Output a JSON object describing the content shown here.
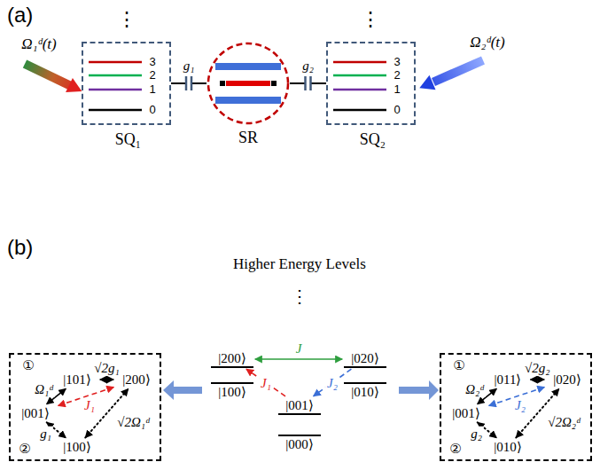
{
  "diagram": {
    "nodes": [
      {
        "text": [
          "SQ₁"
        ]
      },
      {
        "text": [
          "SR"
        ]
      },
      {
        "text": [
          "SQ₂"
        ]
      },
      {
        "text": [
          "①",
          "②"
        ]
      },
      {
        "text": [
          "|101⟩"
        ],
        "in": 3
      },
      {
        "text": [
          "|200⟩"
        ],
        "in": 3
      },
      {
        "text": [
          "|001⟩"
        ],
        "in": 3
      },
      {
        "text": [
          "|100⟩"
        ],
        "in": 3
      },
      {
        "text": [
          "|200⟩"
        ]
      },
      {
        "text": [
          "|100⟩"
        ]
      },
      {
        "text": [
          "|001⟩"
        ]
      },
      {
        "text": [
          "|000⟩"
        ]
      },
      {
        "text": [
          "|020⟩"
        ]
      },
      {
        "text": [
          "|010⟩"
        ]
      },
      {
        "text": [
          "①",
          "②"
        ]
      },
      {
        "text": [
          "|011⟩"
        ],
        "in": 14
      },
      {
        "text": [
          "|020⟩"
        ],
        "in": 14
      },
      {
        "text": [
          "|001⟩"
        ],
        "in": 14
      },
      {
        "text": [
          "|010⟩"
        ],
        "in": 14
      }
    ],
    "edges": [
      {
        "from": 0,
        "to": 1,
        "arrow": "none",
        "label": "g₁"
      },
      {
        "from": 1,
        "to": 2,
        "arrow": "none",
        "label": "g₂"
      },
      {
        "from": 6,
        "to": 4,
        "arrow": "both",
        "label": "Ω₁ᵈ"
      },
      {
        "from": 4,
        "to": 5,
        "arrow": "both",
        "label": "√2g₁"
      },
      {
        "from": 6,
        "to": 5,
        "arrow": "both",
        "label": "J₁"
      },
      {
        "from": 6,
        "to": 7,
        "arrow": "both",
        "label": "g₁"
      },
      {
        "from": 7,
        "to": 5,
        "arrow": "both",
        "label": "√2Ω₁ᵈ"
      },
      {
        "from": 8,
        "to": 12,
        "arrow": "both",
        "label": "J"
      },
      {
        "from": 10,
        "to": 8,
        "arrow": "to",
        "label": "J₁"
      },
      {
        "from": 12,
        "to": 10,
        "arrow": "to",
        "label": "J₂"
      },
      {
        "from": 17,
        "to": 15,
        "arrow": "both",
        "label": "Ω₂ᵈ"
      },
      {
        "from": 15,
        "to": 16,
        "arrow": "both",
        "label": "√2g₂"
      },
      {
        "from": 17,
        "to": 16,
        "arrow": "both",
        "label": "J₂"
      },
      {
        "from": 17,
        "to": 18,
        "arrow": "both",
        "label": "g₂"
      },
      {
        "from": 18,
        "to": 16,
        "arrow": "both",
        "label": "√2Ω₂ᵈ"
      }
    ],
    "labels": [
      "(a)",
      "⋮",
      "3",
      "2",
      "1",
      "0",
      "⋮",
      "3",
      "2",
      "1",
      "0",
      "Ω₁ᵈ(t)",
      "Ω₂ᵈ(t)",
      "(b)",
      "Higher Energy Levels",
      "⋮"
    ]
  }
}
